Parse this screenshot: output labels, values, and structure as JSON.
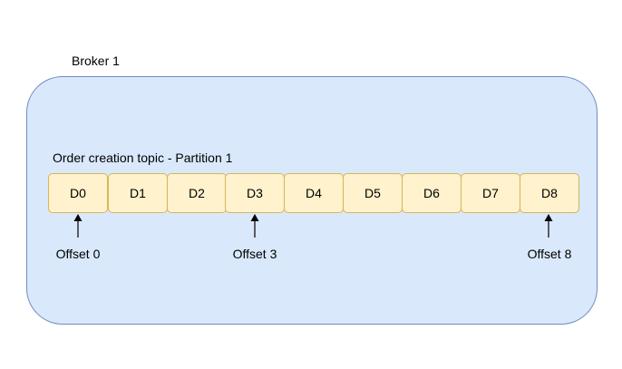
{
  "broker": {
    "label": "Broker 1",
    "fill_color": "#dae8fc",
    "border_color": "#6c8ebf"
  },
  "partition": {
    "label": "Order creation topic - Partition 1",
    "cell_fill_color": "#fff2cc",
    "cell_border_color": "#d6b656",
    "cells": [
      "D0",
      "D1",
      "D2",
      "D3",
      "D4",
      "D5",
      "D6",
      "D7",
      "D8"
    ]
  },
  "offsets": [
    {
      "label": "Offset 0",
      "cell": "D0"
    },
    {
      "label": "Offset 3",
      "cell": "D3"
    },
    {
      "label": "Offset 8",
      "cell": "D8"
    }
  ]
}
